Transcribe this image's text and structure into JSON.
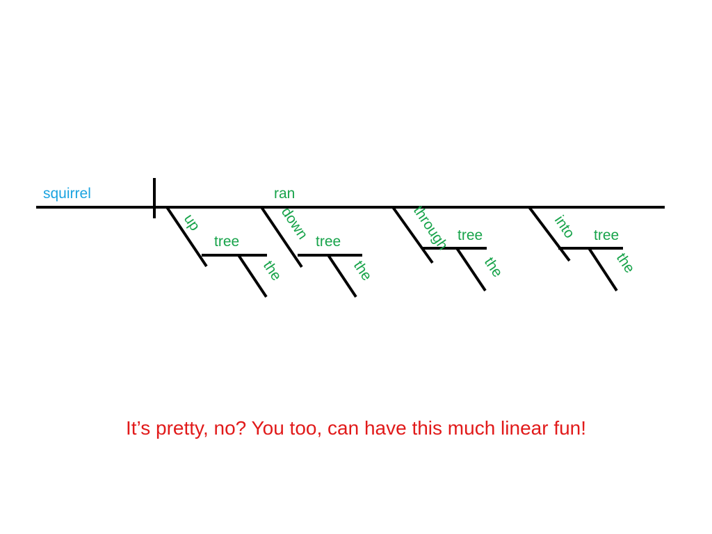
{
  "diagram": {
    "subject": "squirrel",
    "verb": "ran",
    "phrases": [
      {
        "preposition": "up",
        "object": "tree",
        "article": "the"
      },
      {
        "preposition": "down",
        "object": "tree",
        "article": "the"
      },
      {
        "preposition": "through",
        "object": "tree",
        "article": "the"
      },
      {
        "preposition": "into",
        "object": "tree",
        "article": "the"
      }
    ]
  },
  "colors": {
    "subject": "#1aa3e0",
    "words": "#17a34a",
    "caption": "#e11a1a",
    "lines": "#000000"
  },
  "caption": "It’s pretty, no? You too, can have this much linear fun!"
}
